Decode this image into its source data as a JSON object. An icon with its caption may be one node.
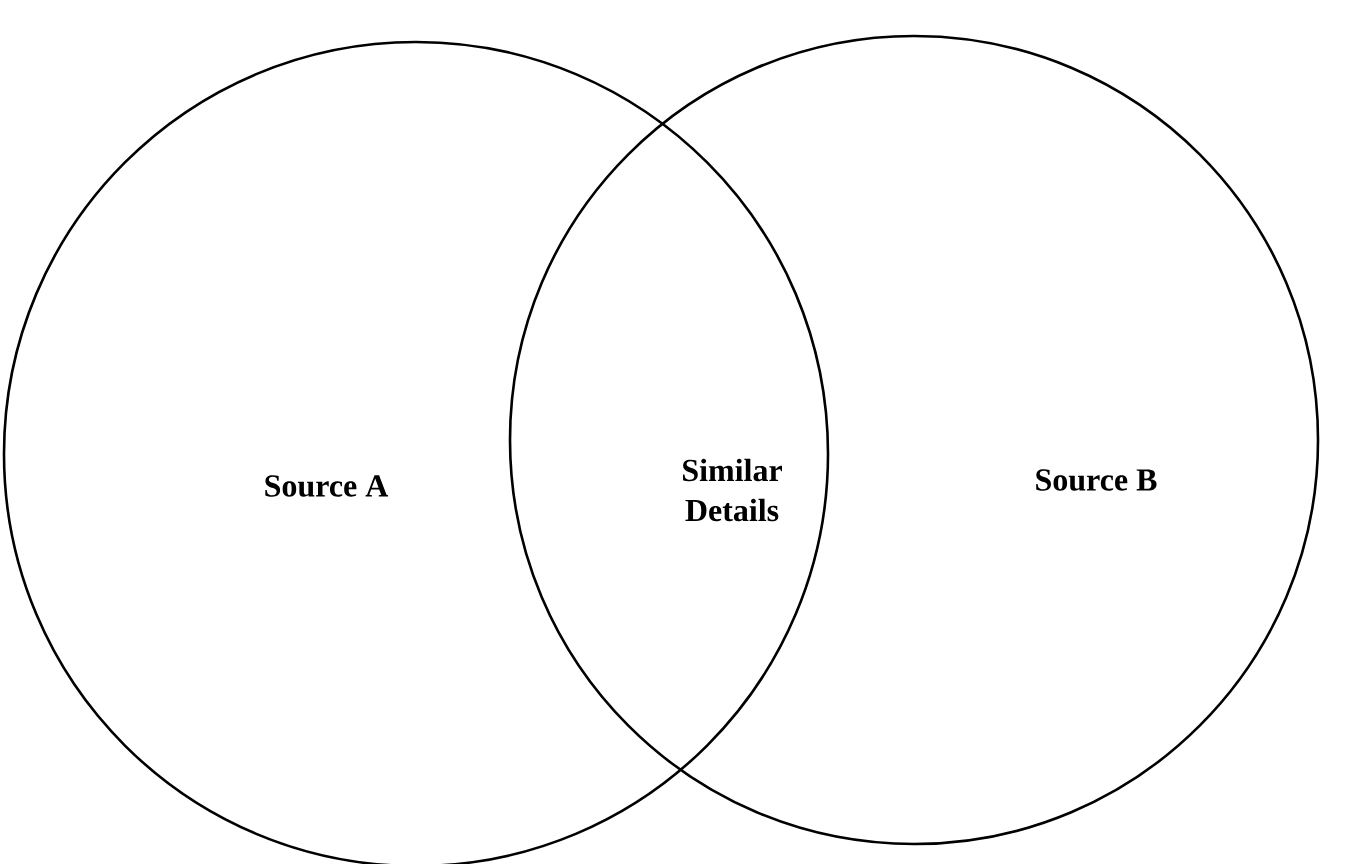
{
  "diagram": {
    "nodes": [
      {
        "text": [
          "Source A"
        ]
      },
      {
        "text": [
          "Source B"
        ]
      }
    ],
    "labels": [
      "Similar Details"
    ]
  }
}
